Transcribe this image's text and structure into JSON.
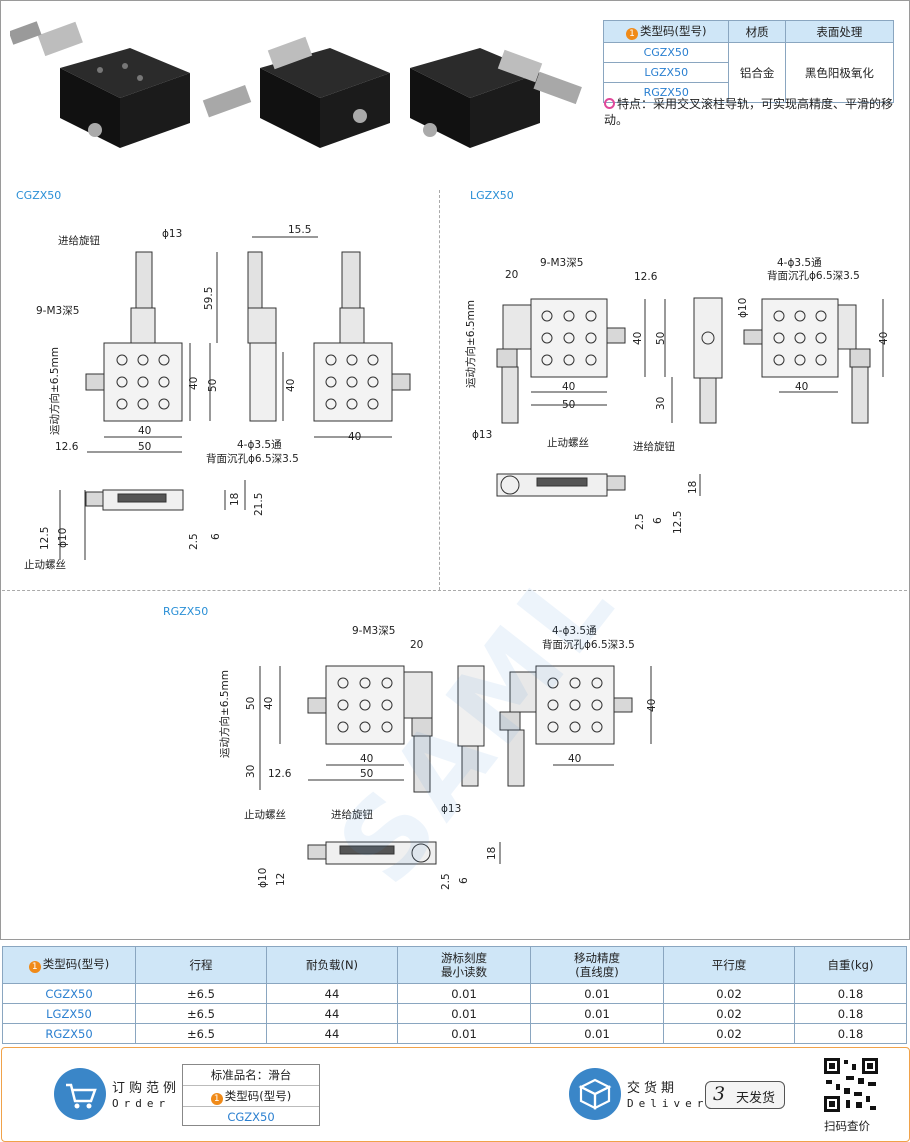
{
  "spec_table": {
    "headers": [
      "类型码(型号)",
      "材质",
      "表面处理"
    ],
    "models": [
      "CGZX50",
      "LGZX50",
      "RGZX50"
    ],
    "material": "铝合金",
    "surface": "黑色阳极氧化"
  },
  "feature_text": "特点：采用交叉滚柱导轨，可实现高精度、平滑的移动。",
  "sections": {
    "cgzx": "CGZX50",
    "lgzx": "LGZX50",
    "rgzx": "RGZX50"
  },
  "labels": {
    "feed_knob": "进给旋钮",
    "stop_screw": "止动螺丝",
    "m3": "9-M3深5",
    "holes_line1": "4-ϕ3.5通",
    "holes_line2": "背面沉孔ϕ6.5深3.5",
    "travel": "运动方向±6.5mm"
  },
  "dims": {
    "d13": "ϕ13",
    "d10": "ϕ10",
    "v15_5": "15.5",
    "v59_5": "59.5",
    "v40": "40",
    "v50": "50",
    "v12_6": "12.6",
    "v18": "18",
    "v21_5": "21.5",
    "v2_5": "2.5",
    "v6": "6",
    "v12_5": "12.5",
    "v20": "20",
    "v30": "30",
    "v12": "12"
  },
  "bottom_table": {
    "headers": [
      "类型码(型号)",
      "行程",
      "耐负载(N)",
      "游标刻度\n最小读数",
      "移动精度\n(直线度)",
      "平行度",
      "自重(kg)"
    ],
    "rows": [
      [
        "CGZX50",
        "±6.5",
        "44",
        "0.01",
        "0.01",
        "0.02",
        "0.18"
      ],
      [
        "LGZX50",
        "±6.5",
        "44",
        "0.01",
        "0.01",
        "0.02",
        "0.18"
      ],
      [
        "RGZX50",
        "±6.5",
        "44",
        "0.01",
        "0.01",
        "0.02",
        "0.18"
      ]
    ]
  },
  "footer": {
    "order_title": "订购范例",
    "order_sub": "Order",
    "order_rows": [
      "标准品名：滑台",
      "类型码(型号)",
      "CGZX50"
    ],
    "delivery_title": "交货期",
    "delivery_sub": "Delivery",
    "days_num": "3",
    "days_label": "天发货",
    "qr_caption": "扫码查价"
  },
  "colors": {
    "accent_blue": "#2a8fd6",
    "header_bg": "#cfe6f7",
    "badge_orange": "#f08a18",
    "footer_border": "#f0a24a"
  }
}
